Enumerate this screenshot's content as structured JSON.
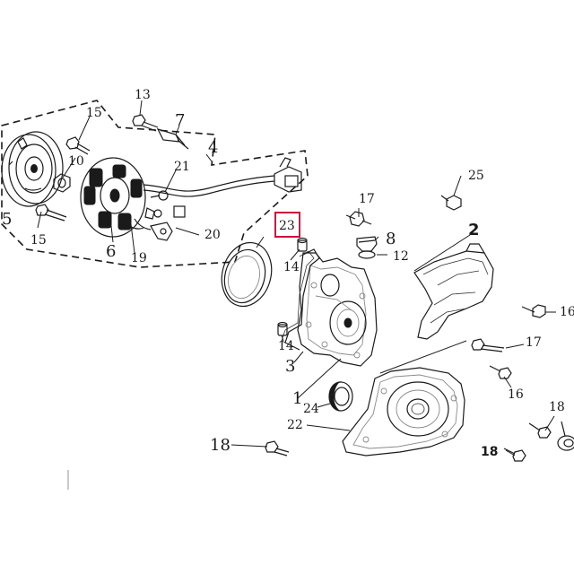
{
  "parts": {
    "p1": "1",
    "p2": "2",
    "p3": "3",
    "p4": "4",
    "p5": "5",
    "p6": "6",
    "p7": "7",
    "p8": "8",
    "p10": "10",
    "p12": "12",
    "p13": "13",
    "p14a": "14",
    "p14b": "14",
    "p15a": "15",
    "p15b": "15",
    "p16a": "16",
    "p16b": "16",
    "p17a": "17",
    "p17b": "17",
    "p18a": "18",
    "p18b": "18",
    "p18c": "18",
    "p19": "19",
    "p20": "20",
    "p21": "21",
    "p22": "22",
    "p23": "23",
    "p24": "24",
    "p25": "25"
  },
  "highlight_color": "#d0103a"
}
